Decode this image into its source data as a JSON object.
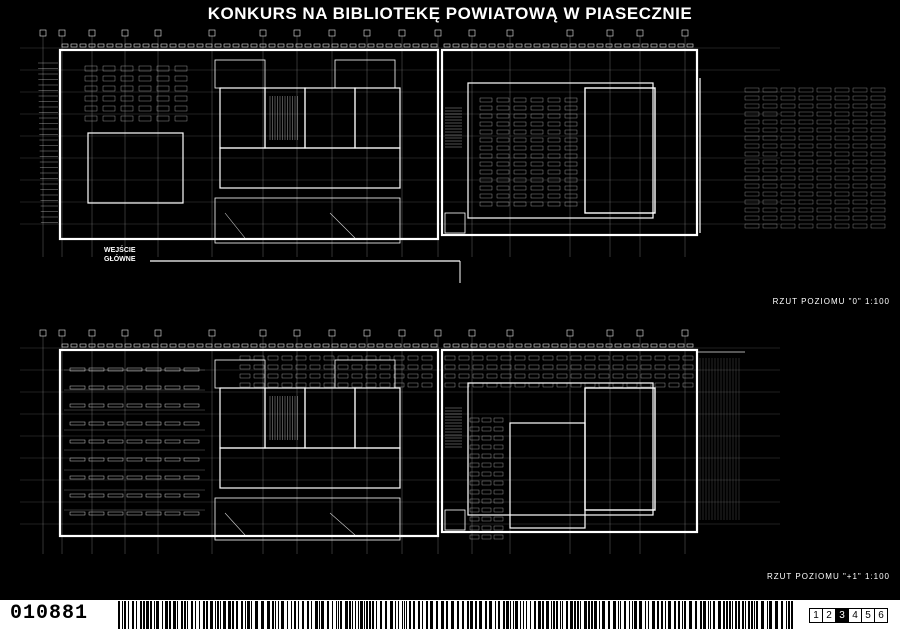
{
  "title": "KONKURS NA BIBLIOTEKĘ POWIATOWĄ W PIASECZNIE",
  "plans": {
    "ground_label": "RZUT POZIOMU \"0\" 1:100",
    "first_label": "RZUT POZIOMU \"+1\" 1:100",
    "entrance_label_line1": "WEJŚCIE",
    "entrance_label_line2": "GŁÓWNE"
  },
  "footer": {
    "code": "010881",
    "pages": [
      "1",
      "2",
      "3",
      "4",
      "5",
      "6"
    ],
    "active_page": "3"
  },
  "colors": {
    "background": "#000000",
    "lines": "#ffffff",
    "footer": "#ffffff"
  }
}
